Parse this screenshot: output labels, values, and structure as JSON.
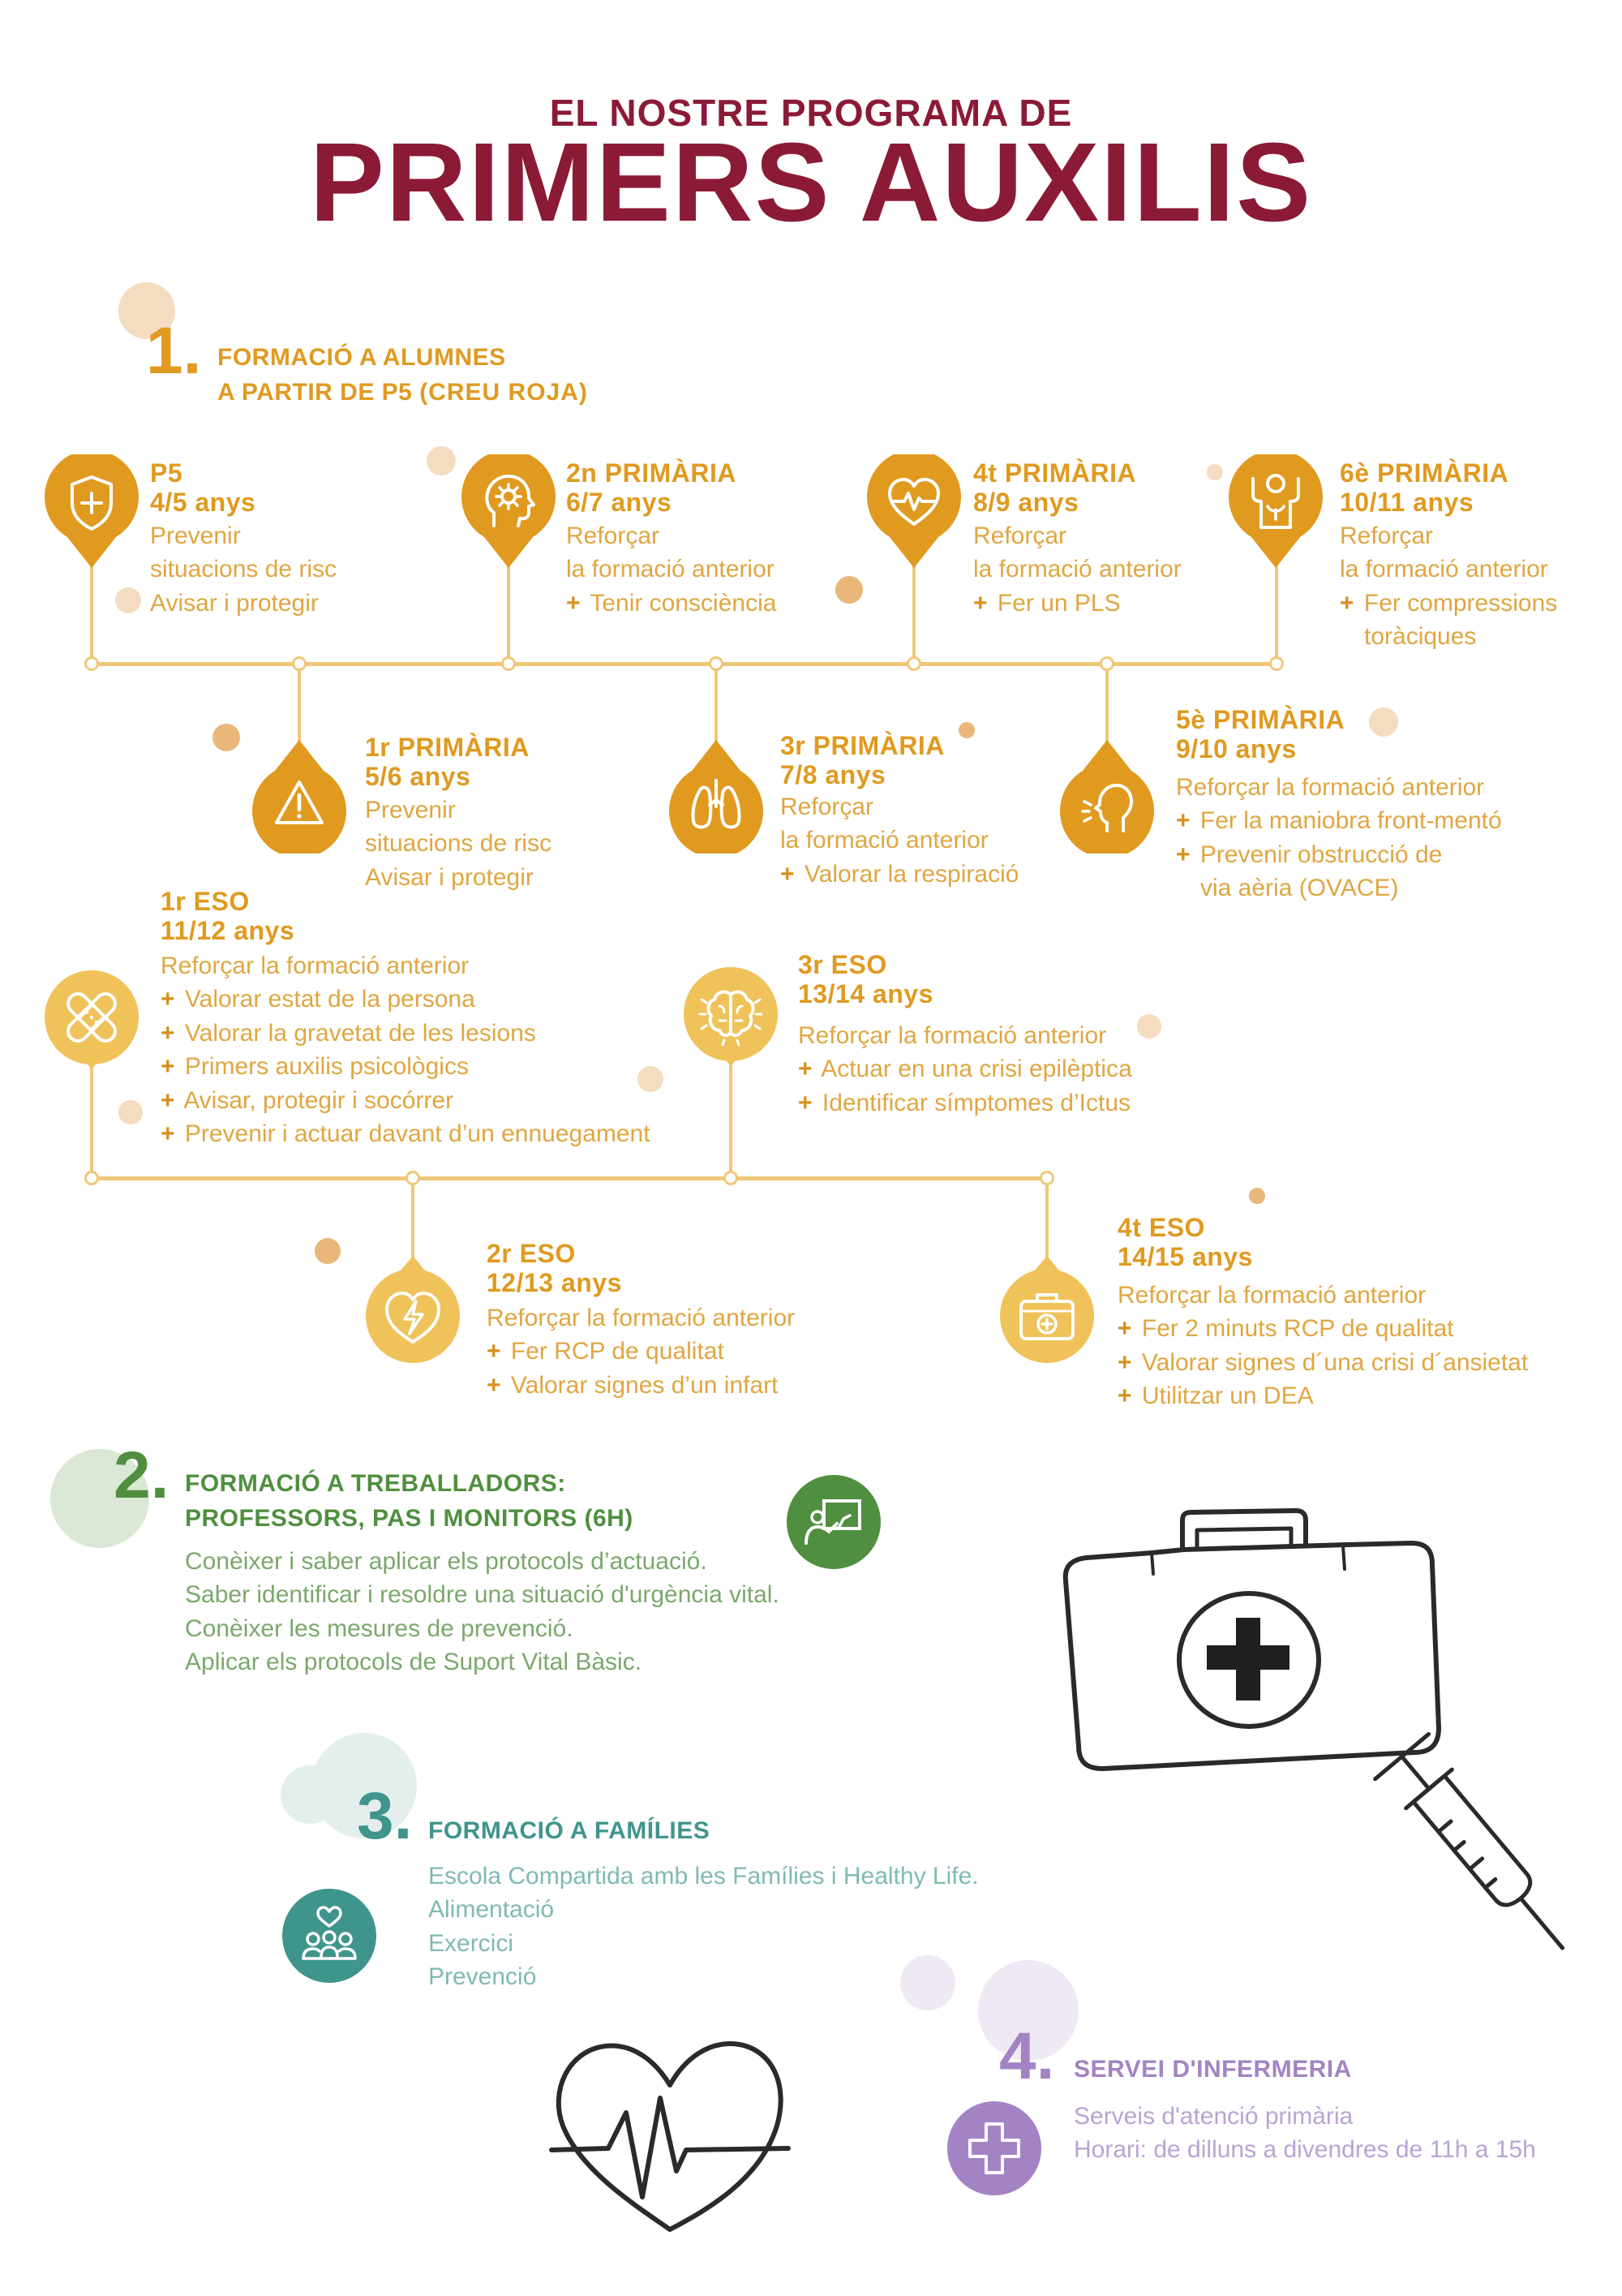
{
  "header": {
    "supertitle": "EL NOSTRE PROGRAMA DE",
    "title": "PRIMERS AUXILIS"
  },
  "colors": {
    "maroon": "#8b1a36",
    "orange": "#e09a20",
    "orange_light": "#f0c77a",
    "green": "#4f8f3f",
    "teal": "#3f958c",
    "purple": "#a383c4"
  },
  "section1": {
    "number": "1.",
    "title_line1": "FORMACIÓ A ALUMNES",
    "title_line2_prefix": "A PARTIR DE P5 ",
    "title_line2_bold": "(CREU ROJA)",
    "levels": [
      {
        "id": "p5",
        "title": "P5",
        "subtitle": "4/5 anys",
        "icon": "shield-plus-icon",
        "lines": [
          "Prevenir",
          "situacions de risc",
          "Avisar i protegir"
        ]
      },
      {
        "id": "1r-primaria",
        "title": "1r PRIMÀRIA",
        "subtitle": "5/6 anys",
        "icon": "warning-icon",
        "lines": [
          "Prevenir",
          "situacions de risc",
          "Avisar i protegir"
        ]
      },
      {
        "id": "2n-primaria",
        "title": "2n PRIMÀRIA",
        "subtitle": "6/7 anys",
        "icon": "head-gear-icon",
        "lines": [
          "Reforçar",
          "la formació anterior",
          "+Tenir consciència"
        ]
      },
      {
        "id": "3r-primaria",
        "title": "3r PRIMÀRIA",
        "subtitle": "7/8 anys",
        "icon": "lungs-icon",
        "lines": [
          "Reforçar",
          "la formació anterior",
          "+Valorar la respiració"
        ]
      },
      {
        "id": "4t-primaria",
        "title": "4t PRIMÀRIA",
        "subtitle": "8/9 anys",
        "icon": "heartbeat-icon",
        "lines": [
          "Reforçar",
          "la formació anterior",
          "+Fer un PLS"
        ]
      },
      {
        "id": "5e-primaria",
        "title": "5è PRIMÀRIA",
        "subtitle": "9/10 anys",
        "icon": "choking-head-icon",
        "lines": [
          "Reforçar la formació anterior",
          "+Fer la maniobra front-mentó",
          "+Prevenir obstrucció de",
          " via aèria (OVACE)"
        ]
      },
      {
        "id": "6e-primaria",
        "title": "6è PRIMÀRIA",
        "subtitle": "10/11 anys",
        "icon": "person-chest-icon",
        "lines": [
          "Reforçar",
          "la formació anterior",
          "+Fer compressions",
          " toràciques"
        ]
      },
      {
        "id": "1r-eso",
        "title": "1r ESO",
        "subtitle": "11/12 anys",
        "icon": "bandage-icon",
        "lines": [
          "Reforçar la formació anterior",
          "+Valorar estat de la persona",
          "+Valorar la gravetat de les lesions",
          "+Primers auxilis psicològics",
          "+Avisar, protegir i socórrer",
          "+Prevenir i actuar davant d’un ennuegament"
        ]
      },
      {
        "id": "2n-eso",
        "title": "2r ESO",
        "subtitle": "12/13 anys",
        "icon": "heart-bolt-icon",
        "lines": [
          "Reforçar la formació anterior",
          "+Fer RCP de qualitat",
          "+Valorar signes d’un infart"
        ]
      },
      {
        "id": "3r-eso",
        "title": "3r ESO",
        "subtitle": "13/14 anys",
        "icon": "brain-icon",
        "lines": [
          "Reforçar la formació anterior",
          "+Actuar en una crisi epilèptica",
          "+Identificar símptomes d’Ictus"
        ]
      },
      {
        "id": "4t-eso",
        "title": "4t ESO",
        "subtitle": "14/15 anys",
        "icon": "first-aid-kit-icon",
        "lines": [
          "Reforçar la formació anterior",
          "+Fer 2 minuts RCP de qualitat",
          "+Valorar signes d´una crisi d´ansietat",
          "+Utilitzar un DEA"
        ]
      }
    ]
  },
  "section2": {
    "number": "2.",
    "title_line1": "FORMACIÓ A TREBALLADORS:",
    "title_line2": "PROFESSORS, PAS I MONITORS (6H)",
    "icon": "teacher-board-icon",
    "lines": [
      "Conèixer i saber aplicar els protocols d’actuació.",
      "Saber identificar i resoldre una situació d'urgència vital.",
      "Conèixer les mesures de prevenció.",
      "Aplicar els protocols de Suport Vital Bàsic."
    ]
  },
  "section3": {
    "number": "3.",
    "title": "FORMACIÓ A FAMÍLIES",
    "icon": "family-heart-icon",
    "lines": [
      "Escola Compartida amb les Famílies i Healthy Life.",
      "Alimentació",
      "Exercici",
      "Prevenció"
    ]
  },
  "section4": {
    "number": "4.",
    "title": "SERVEI D'INFERMERIA",
    "icon": "medical-cross-icon",
    "lines": [
      "Serveis d'atenció primària",
      "Horari: de dilluns a divendres de 11h a 15h"
    ]
  },
  "illustrations": [
    "first-aid-case-icon",
    "syringe-icon",
    "heart-ecg-icon"
  ]
}
